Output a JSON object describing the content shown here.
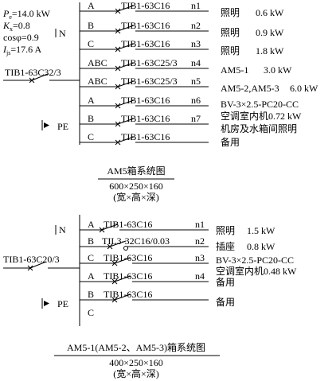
{
  "top": {
    "params": {
      "pe_sym": "P",
      "pe_sub": "e",
      "pe_val": "=14.0 kW",
      "kx_sym": "K",
      "kx_sub": "x",
      "kx_val": "=0.8",
      "cos_val": "cosφ=0.9",
      "ijs_sym": "I",
      "ijs_sub": "js",
      "ijs_val": "=17.6 A"
    },
    "n_label": "N",
    "pe_label": "PE",
    "main_breaker": "TIB1-63C32/3",
    "rows": [
      {
        "phase": "A",
        "breaker": "TIB1-63C16",
        "circuit": "n1",
        "load": "照明",
        "power": "0.6 kW"
      },
      {
        "phase": "B",
        "breaker": "TIB1-63C16",
        "circuit": "n2",
        "load": "照明",
        "power": "0.9 kW"
      },
      {
        "phase": "C",
        "breaker": "TIB1-63C16",
        "circuit": "n3",
        "load": "照明",
        "power": "1.8 kW"
      },
      {
        "phase": "ABC",
        "breaker": "TIB1-63C25/3",
        "circuit": "n4",
        "load": "AM5-1",
        "power": "3.0 kW"
      },
      {
        "phase": "ABC",
        "breaker": "TIB1-63C25/3",
        "circuit": "n5",
        "load": "AM5-2,AM5-3",
        "power": "6.0 kW"
      },
      {
        "phase": "A",
        "breaker": "TIB1-63C16",
        "circuit": "n6",
        "load": "BV-3×2.5-PC20-CC",
        "power": ""
      },
      {
        "phase": "B",
        "breaker": "TIB1-63C16",
        "circuit": "n7",
        "load": "空调室内机0.72 kW",
        "power": ""
      },
      {
        "phase": "C",
        "breaker": "TIB1-63C16",
        "circuit": "",
        "load": "机房及水箱间照明",
        "power": ""
      },
      {
        "phase": "",
        "breaker": "",
        "circuit": "",
        "load": "备用",
        "power": ""
      }
    ],
    "caption_title": "AM5箱系统图",
    "caption_dims": "600×250×160",
    "caption_note": "(宽×高×深)"
  },
  "bottom": {
    "n_label": "N",
    "pe_label": "PE",
    "main_breaker": "TIB1-63C20/3",
    "rows": [
      {
        "phase": "A",
        "breaker": "TIB1-63C16",
        "circuit": "n1",
        "load": "照明",
        "power": "1.5 kW"
      },
      {
        "phase": "B",
        "breaker": "TIL3-32C16/0.03",
        "circuit": "n2",
        "load": "插座",
        "power": "0.8 kW"
      },
      {
        "phase": "C",
        "breaker": "TIB1-63C16",
        "circuit": "n3",
        "load": "BV-3×2.5-PC20-CC",
        "power": ""
      },
      {
        "phase": "A",
        "breaker": "TIB1-63C16",
        "circuit": "n4",
        "load": "空调室内机0.48 kW",
        "power": ""
      },
      {
        "phase": "B",
        "breaker": "TIB1-63C16",
        "circuit": "",
        "load": "备用",
        "power": ""
      },
      {
        "phase": "C",
        "breaker": "",
        "circuit": "",
        "load": "备用",
        "power": ""
      }
    ],
    "caption_title": "AM5-1(AM5-2、AM5-3)箱系统图",
    "caption_dims": "400×250×160",
    "caption_note": "(宽×高×深)"
  }
}
